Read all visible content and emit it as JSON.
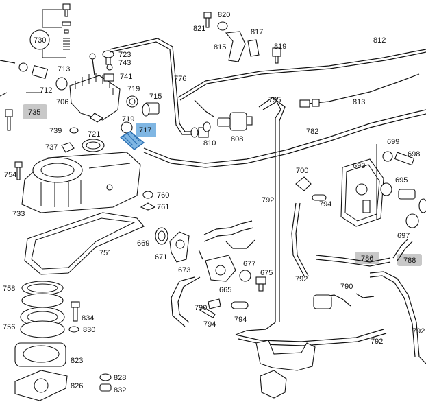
{
  "diagram": {
    "labels": {
      "l730": "730",
      "l735": "735",
      "l712": "712",
      "l713": "713",
      "l706": "706",
      "l723": "723",
      "l743": "743",
      "l741": "741",
      "l719a": "719",
      "l715": "715",
      "l719b": "719",
      "l717": "717",
      "l739": "739",
      "l721": "721",
      "l737": "737",
      "l754": "754",
      "l733": "733",
      "l760": "760",
      "l761": "761",
      "l669": "669",
      "l671": "671",
      "l751": "751",
      "l758": "758",
      "l756": "756",
      "l834": "834",
      "l830": "830",
      "l823": "823",
      "l826": "826",
      "l828": "828",
      "l832": "832",
      "l776": "776",
      "l820": "820",
      "l821": "821",
      "l817": "817",
      "l815": "815",
      "l819": "819",
      "l812": "812",
      "l813": "813",
      "l795": "795",
      "l810": "810",
      "l808": "808",
      "l782": "782",
      "l792a": "792",
      "l792b": "792",
      "l792c": "792",
      "l792d": "792",
      "l700": "700",
      "l693": "693",
      "l699": "699",
      "l698": "698",
      "l695": "695",
      "l794a": "794",
      "l794b": "794",
      "l794c": "794",
      "l697": "697",
      "l786": "786",
      "l788": "788",
      "l673": "673",
      "l665": "665",
      "l677": "677",
      "l675": "675",
      "l790a": "790",
      "l790b": "790"
    },
    "highlight_color": "#7fb6e3",
    "dark_highlight_color": "#2a6fb2",
    "gray_highlight_color": "#c8c8c8"
  }
}
